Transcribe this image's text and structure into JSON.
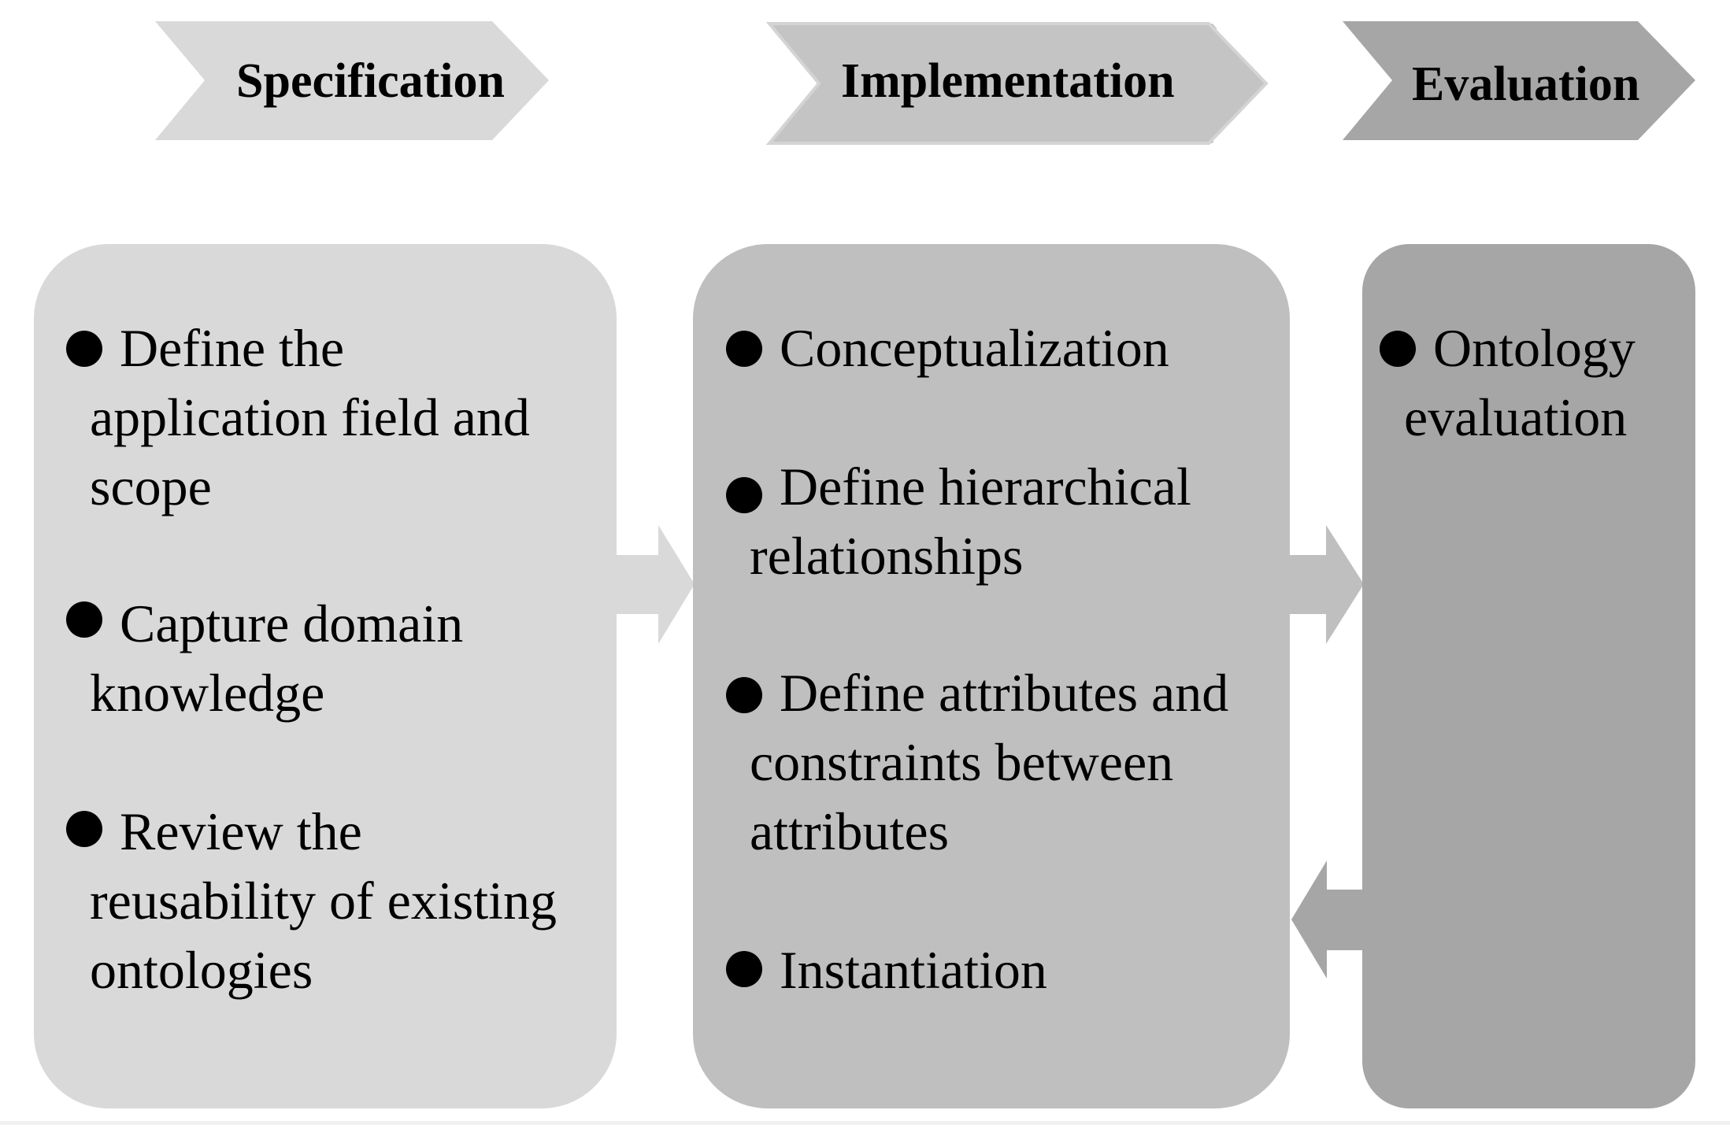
{
  "colors": {
    "spec_fill": "#d9d9d9",
    "impl_fill": "#bfbfbf",
    "eval_fill": "#a6a6a6",
    "text": "#000000"
  },
  "phases": [
    {
      "label": "Specification"
    },
    {
      "label": "Implementation"
    },
    {
      "label": "Evaluation"
    }
  ],
  "spec_items": [
    {
      "lines": [
        "Define the",
        "application field and",
        "scope"
      ]
    },
    {
      "lines": [
        "Capture domain",
        "knowledge"
      ]
    },
    {
      "lines": [
        "Review the",
        "reusability of existing",
        "ontologies"
      ]
    }
  ],
  "impl_items": [
    {
      "lines": [
        "Conceptualization"
      ]
    },
    {
      "lines": [
        "Define hierarchical",
        "relationships"
      ]
    },
    {
      "lines": [
        "Define attributes and",
        "constraints between",
        "attributes"
      ]
    },
    {
      "lines": [
        "Instantiation"
      ]
    }
  ],
  "eval_items": [
    {
      "lines": [
        "Ontology",
        "evaluation"
      ]
    }
  ]
}
